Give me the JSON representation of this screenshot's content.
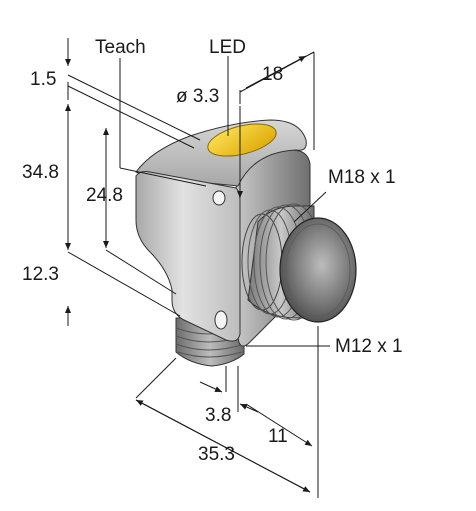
{
  "labels": {
    "teach": "Teach",
    "led": "LED",
    "hole_dia": "ø 3.3",
    "dim_18": "18",
    "dim_1_5": "1.5",
    "dim_34_8": "34.8",
    "dim_24_8": "24.8",
    "dim_12_3": "12.3",
    "thread_m18": "M18 x 1",
    "thread_m12": "M12 x 1",
    "dim_3_8": "3.8",
    "dim_11": "11",
    "dim_35_3": "35.3"
  },
  "colors": {
    "line": "#1a1a1a",
    "housing_light": "#d9d9d9",
    "housing_dark": "#8a8a8a",
    "led_yellow": "#f2c200",
    "thread_gray": "#9a9a9a"
  }
}
